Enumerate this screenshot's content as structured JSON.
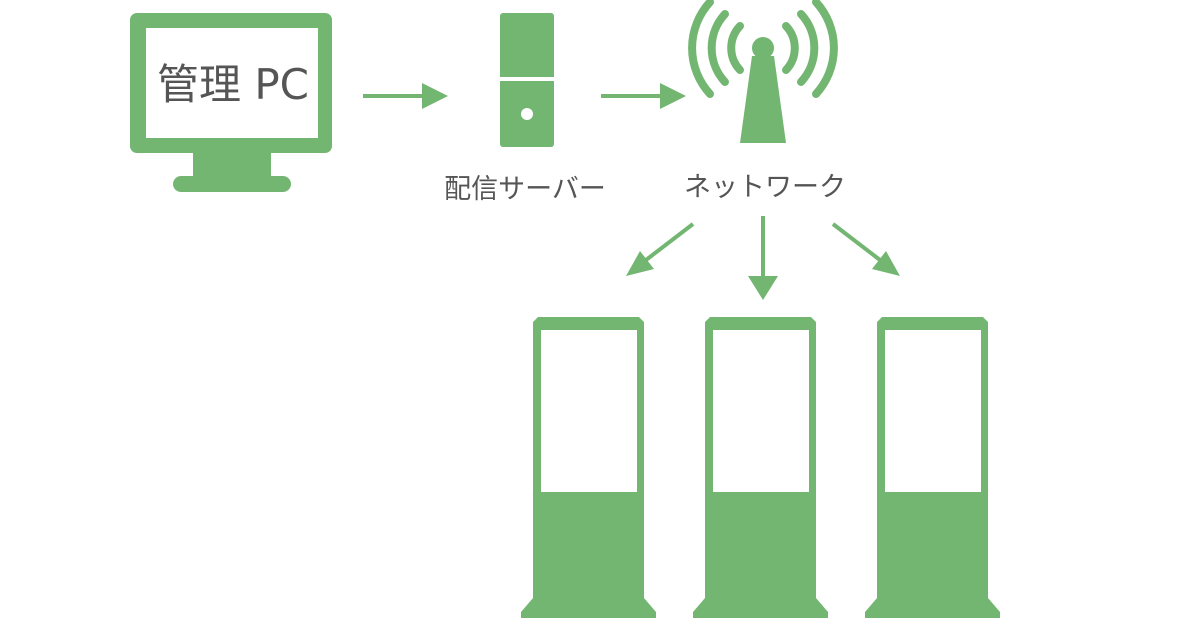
{
  "colors": {
    "accent": "#72b672",
    "text": "#555555",
    "screen": "#ffffff"
  },
  "nodes": {
    "admin_pc": {
      "label": "管理 PC",
      "icon": "monitor-icon"
    },
    "server": {
      "label": "配信サーバー",
      "icon": "server-tower-icon"
    },
    "network": {
      "label": "ネットワーク",
      "icon": "antenna-icon"
    },
    "signage": {
      "icon": "digital-signage-icon",
      "count": 3
    }
  }
}
